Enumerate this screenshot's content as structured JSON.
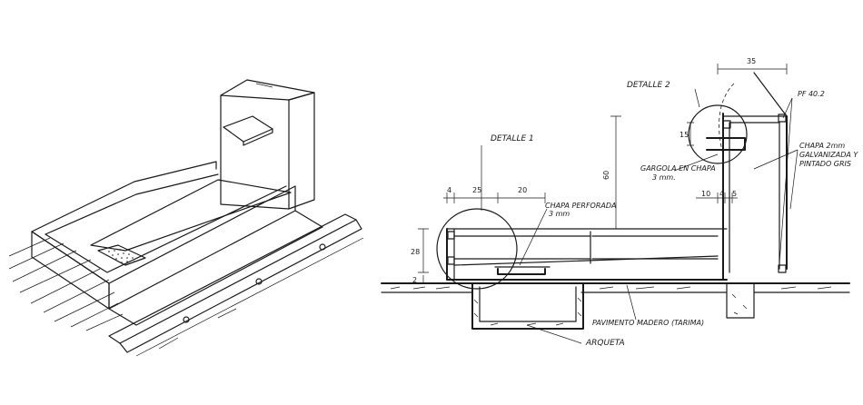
{
  "labels": {
    "detalle1": "DETALLE 1",
    "detalle2": "DETALLE 2",
    "chapa_perforada": "CHAPA PERFORADA",
    "chapa_perforada_esp": "3 mm",
    "gargola": "GARGOLA EN CHAPA",
    "gargola_esp": "3 mm.",
    "pf": "PF 40.2",
    "chapa2_l1": "CHAPA 2mm",
    "chapa2_l2": "GALVANIZADA Y",
    "chapa2_l3": "PINTADO GRIS",
    "pavimento": "PAVIMENTO MADERO (TARIMA)",
    "arqueta": "ARQUETA"
  },
  "dims": {
    "d35": "35",
    "d60": "60",
    "d15": "15",
    "d28": "28",
    "d2": "2",
    "d4": "4",
    "d25": "25",
    "d20": "20",
    "d10": "10",
    "d4b": "4",
    "d5": "5"
  },
  "colors": {
    "ink": "#1a1a1a",
    "paper": "#ffffff"
  }
}
